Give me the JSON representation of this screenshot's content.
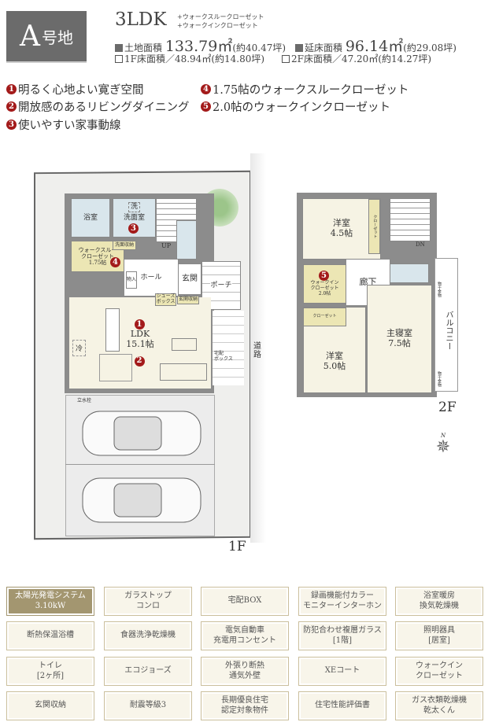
{
  "header": {
    "lot_letter": "A",
    "lot_suffix": "号地",
    "layout": "3LDK",
    "layout_notes": [
      "+ウォークスルークローゼット",
      "+ウォークインクローゼット"
    ],
    "land_area": {
      "label": "土地面積",
      "value": "133.79㎡",
      "tsubo": "(約40.47坪)"
    },
    "total_floor_area": {
      "label": "延床面積",
      "value": "96.14㎡",
      "tsubo": "(約29.08坪)"
    },
    "floor1_area": "1F床面積／48.94㎡(約14.80坪)",
    "floor2_area": "2F床面積／47.20㎡(約14.27坪)"
  },
  "features": [
    {
      "num": "1",
      "text": "明るく心地よい寛ぎ空間"
    },
    {
      "num": "2",
      "text": "開放感のあるリビングダイニング"
    },
    {
      "num": "3",
      "text": "使いやすい家事動線"
    },
    {
      "num": "4",
      "text": "1.75帖のウォークスルークローゼット"
    },
    {
      "num": "5",
      "text": "2.0帖のウォークインクローゼット"
    }
  ],
  "floor1": {
    "label": "1F",
    "bath": "浴室",
    "wash": "洗",
    "washroom": "洗面室",
    "wash_storage": "洗面収納",
    "wtc": "ウォークスルー\nクローゼット\n1.75帖",
    "up": "UP",
    "hall": "ホール",
    "storage": "物入",
    "entrance": "玄関",
    "porch": "ポーチ",
    "shoebox": "シューズ\nボックス",
    "entrance_storage": "玄関収納",
    "ldk": "LDK",
    "ldk_size": "15.1帖",
    "fridge": "冷",
    "delivery_box": "宅配\nボックス",
    "faucet": "立水栓",
    "road": "道\n路"
  },
  "floor2": {
    "label": "2F",
    "western1": "洋室",
    "western1_size": "4.5帖",
    "closet": "クローゼット",
    "wic": "ウォークイン\nクローゼット\n2.0帖",
    "corridor": "廊下",
    "dn": "DN",
    "western2": "洋室",
    "western2_size": "5.0帖",
    "master": "主寝室",
    "master_size": "7.5帖",
    "balcony": "バルコニー",
    "drying": "物干金物"
  },
  "compass": "N",
  "equipment": [
    {
      "text": "太陽光発電システム\n3.10kW",
      "highlight": true
    },
    {
      "text": "ガラストップ\nコンロ"
    },
    {
      "text": "宅配BOX"
    },
    {
      "text": "録画機能付カラー\nモニターインターホン"
    },
    {
      "text": "浴室暖房\n換気乾燥機"
    },
    {
      "text": "断熱保温浴槽"
    },
    {
      "text": "食器洗浄乾燥機"
    },
    {
      "text": "電気自動車\n充電用コンセント"
    },
    {
      "text": "防犯合わせ複層ガラス\n[1階]"
    },
    {
      "text": "照明器具\n[居室]"
    },
    {
      "text": "トイレ\n[2ヶ所]"
    },
    {
      "text": "エコジョーズ"
    },
    {
      "text": "外張り断熱\n通気外壁"
    },
    {
      "text": "XEコート"
    },
    {
      "text": "ウォークイン\nクローゼット"
    },
    {
      "text": "玄関収納"
    },
    {
      "text": "耐震等級3"
    },
    {
      "text": "長期優良住宅\n認定対象物件"
    },
    {
      "text": "住宅性能評価書"
    },
    {
      "text": "ガス衣類乾燥機\n乾太くん"
    }
  ],
  "colors": {
    "accent_red": "#a31a1a",
    "header_gray": "#6b6b6b",
    "highlight_gold": "#a39670",
    "cell_bg": "#f8f5ea"
  }
}
